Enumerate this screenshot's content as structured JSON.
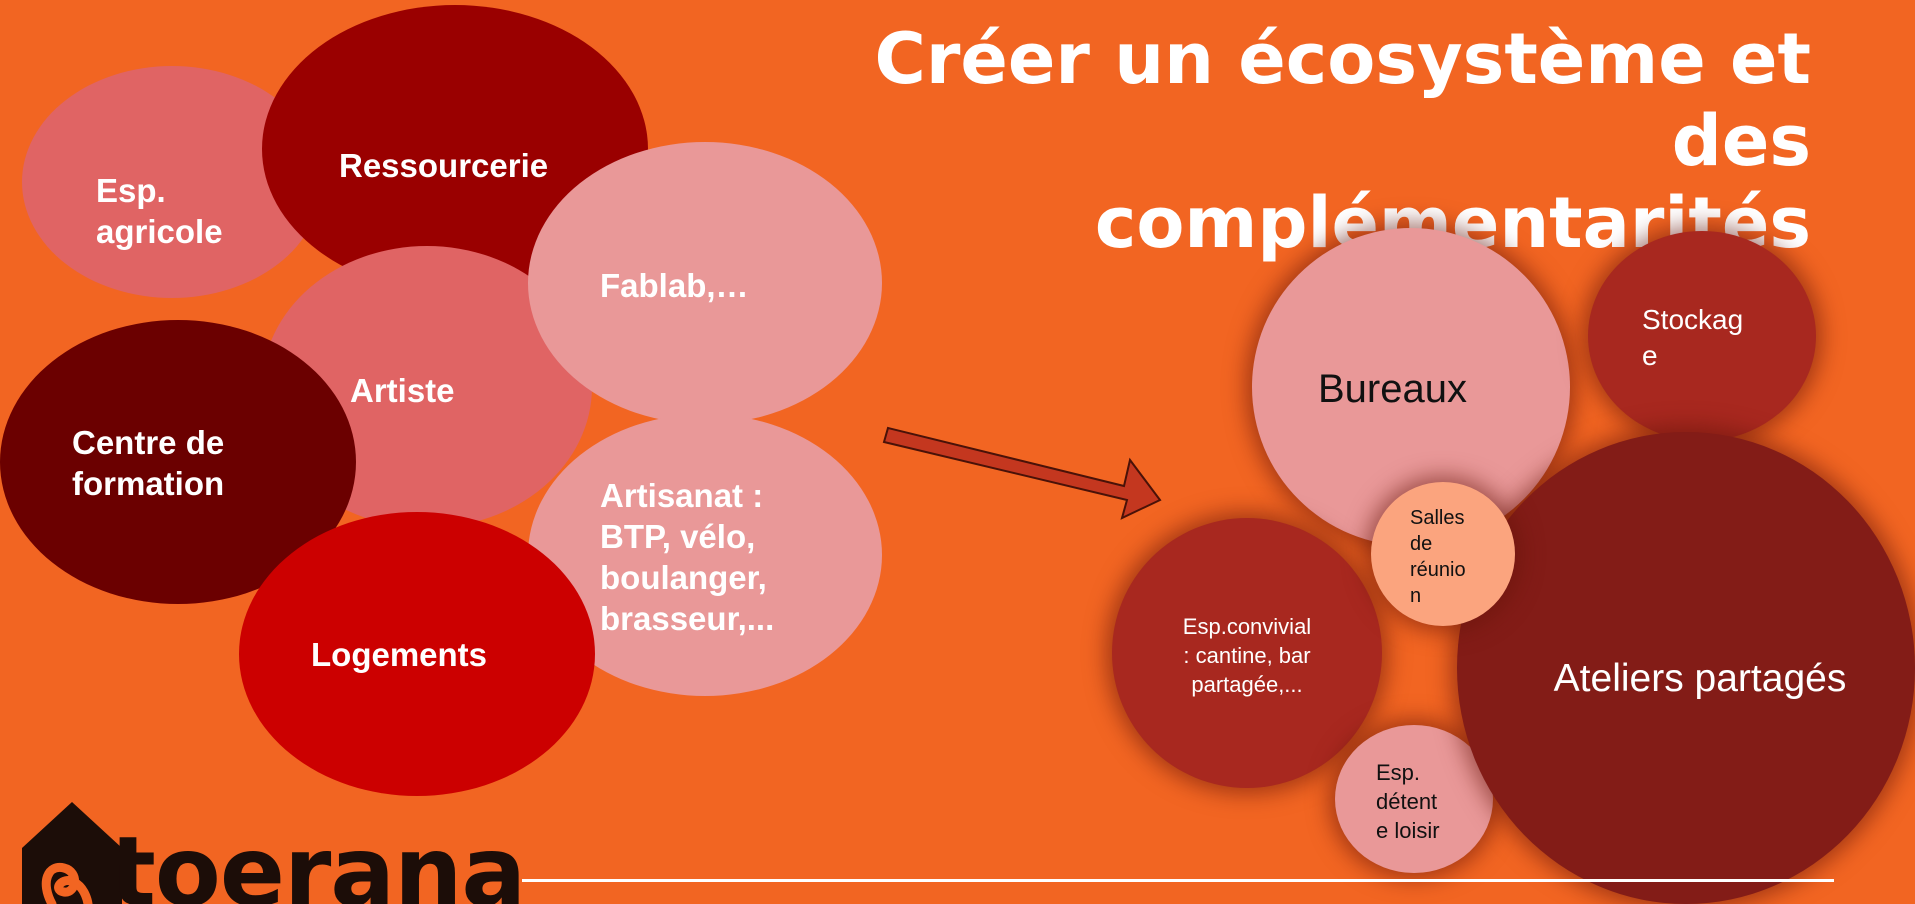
{
  "title": {
    "line1": "Créer un écosystème et des",
    "line2": "complémentarités"
  },
  "left_cluster": {
    "esp_agricole": "Esp.\nagricole",
    "ressourcerie": "Ressourcerie",
    "fablab": "Fablab,…",
    "artiste": "Artiste",
    "centre_formation": "Centre de\nformation",
    "artisanat": "Artisanat :\nBTP, vélo,\nboulanger,\nbrasseur,...",
    "logements": "Logements"
  },
  "right_cluster": {
    "bureaux": "Bureaux",
    "stockage": "Stockag\ne",
    "salles_reunion": "Salles\nde\nréunio\nn",
    "esp_convivial": "Esp.convivial\n: cantine, bar\npartagée,...",
    "esp_detente": "Esp.\ndétent\ne loisir",
    "ateliers_partages": "Ateliers partagés"
  },
  "logo": {
    "text": "toerana"
  },
  "colors": {
    "background": "#F26522",
    "dark_red": "#9A0000",
    "deep_maroon": "#6B0000",
    "bright_red": "#CC0000",
    "salmon": "#E06464",
    "pale_pink": "#E99898",
    "rust": "#A8281F",
    "maroon_bubble": "#831C17",
    "peach": "#FBA47E"
  }
}
